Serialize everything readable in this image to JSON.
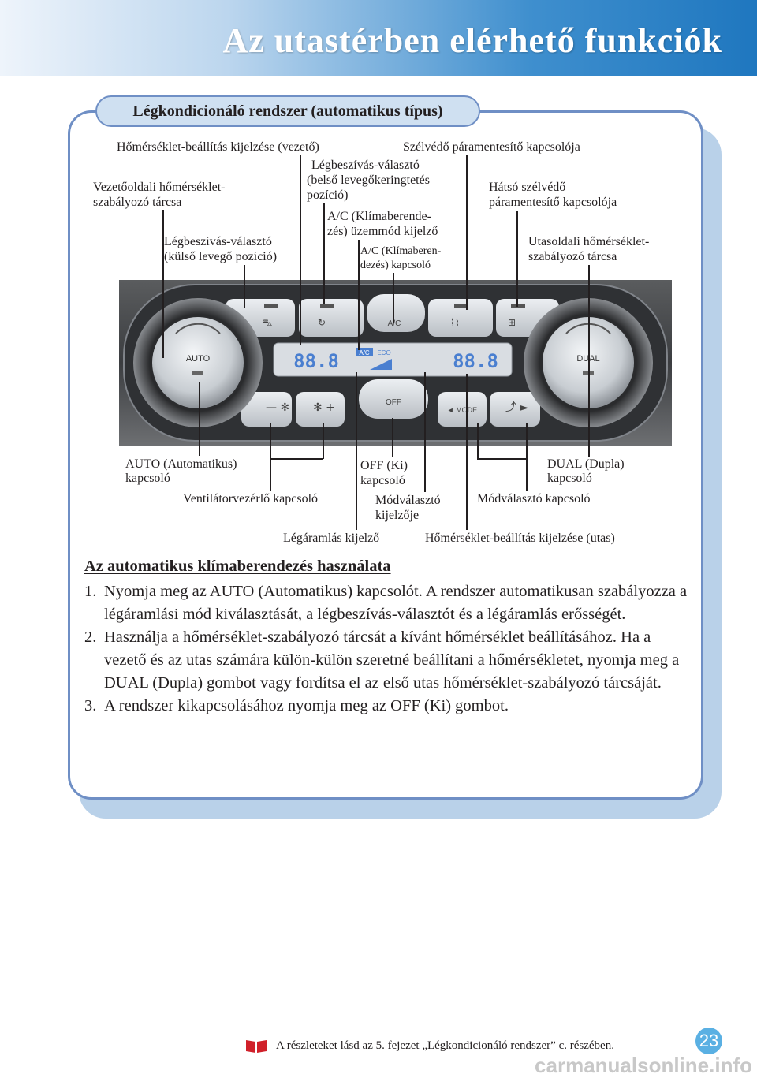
{
  "page": {
    "title": "Az utastérben elérhető funkciók",
    "page_number": "23",
    "footer_note": "A részleteket lásd az 5. fejezet „Légkondicionáló rendszer” c. részében.",
    "watermark": "carmanualsonline.info"
  },
  "section": {
    "title": "Légkondicionáló rendszer (automatikus típus)"
  },
  "diagram": {
    "labels": {
      "temp_display_driver": "Hőmérséklet-beállítás kijelzése (vezető)",
      "defrost_switch": "Szélvédő páramentesítő kapcsolója",
      "driver_dial_1": "Vezetőoldali hőmérséklet-",
      "driver_dial_2": "szabályozó tárcsa",
      "recirc_1": "Légbeszívás-választó",
      "recirc_2": "(belső levegőkeringtetés",
      "recirc_3": "pozíció)",
      "rear_defrost_1": "Hátsó szélvédő",
      "rear_defrost_2": "páramentesítő kapcsolója",
      "ac_indicator_1": "A/C (Klímaberende-",
      "ac_indicator_2": "zés) üzemmód kijelző",
      "fresh_air_1": "Légbeszívás-választó",
      "fresh_air_2": "(külső levegő pozíció)",
      "ac_switch_1": "A/C (Klímaberen-",
      "ac_switch_2": "dezés) kapcsoló",
      "passenger_dial_1": "Utasoldali hőmérséklet-",
      "passenger_dial_2": "szabályozó tárcsa",
      "auto_switch_1": "AUTO (Automatikus)",
      "auto_switch_2": "kapcsoló",
      "off_switch_1": "OFF (Ki)",
      "off_switch_2": "kapcsoló",
      "dual_switch_1": "DUAL (Dupla)",
      "dual_switch_2": "kapcsoló",
      "fan_control": "Ventilátorvezérlő kapcsoló",
      "mode_indicator_1": "Módválasztó",
      "mode_indicator_2": "kijelzője",
      "mode_switch": "Módválasztó kapcsoló",
      "airflow_indicator": "Légáramlás kijelző",
      "temp_display_passenger": "Hőmérséklet-beállítás kijelzése (utas)"
    },
    "panel_text": {
      "auto": "AUTO",
      "dual": "DUAL",
      "ac": "A/C",
      "off": "OFF",
      "mode": "◄ MODE",
      "temp_left": "88.8",
      "temp_right": "88.8",
      "ac_badge": "A/C",
      "eco_badge": "ECO"
    }
  },
  "instructions": {
    "heading": "Az automatikus klímaberendezés használata",
    "steps": [
      {
        "num": "1.",
        "text": "Nyomja meg az AUTO (Automatikus) kapcsolót. A rendszer automatikusan szabályozza a légáramlási mód kiválasztását, a légbeszívás-választót és a légáramlás erősségét."
      },
      {
        "num": "2.",
        "text": "Használja a hőmérséklet-szabályozó tárcsát a kívánt hőmérséklet beállításához. Ha a vezető és az utas számára külön-külön szeretné beállítani a hőmérsékletet, nyomja meg a DUAL (Dupla) gombot vagy fordítsa el az első utas hőmérséklet-szabályozó tárcsáját."
      },
      {
        "num": "3.",
        "text": "A rendszer kikapcsolásához nyomja meg az OFF (Ki) gombot."
      }
    ]
  },
  "colors": {
    "header_dark": "#1f77bf",
    "panel_border": "#6f8fc5",
    "panel_shadow": "#b9d1e9",
    "tab_fill": "#cfe0f1",
    "page_badge": "#5ab0e3",
    "lcd_blue": "#4a7fd0"
  }
}
